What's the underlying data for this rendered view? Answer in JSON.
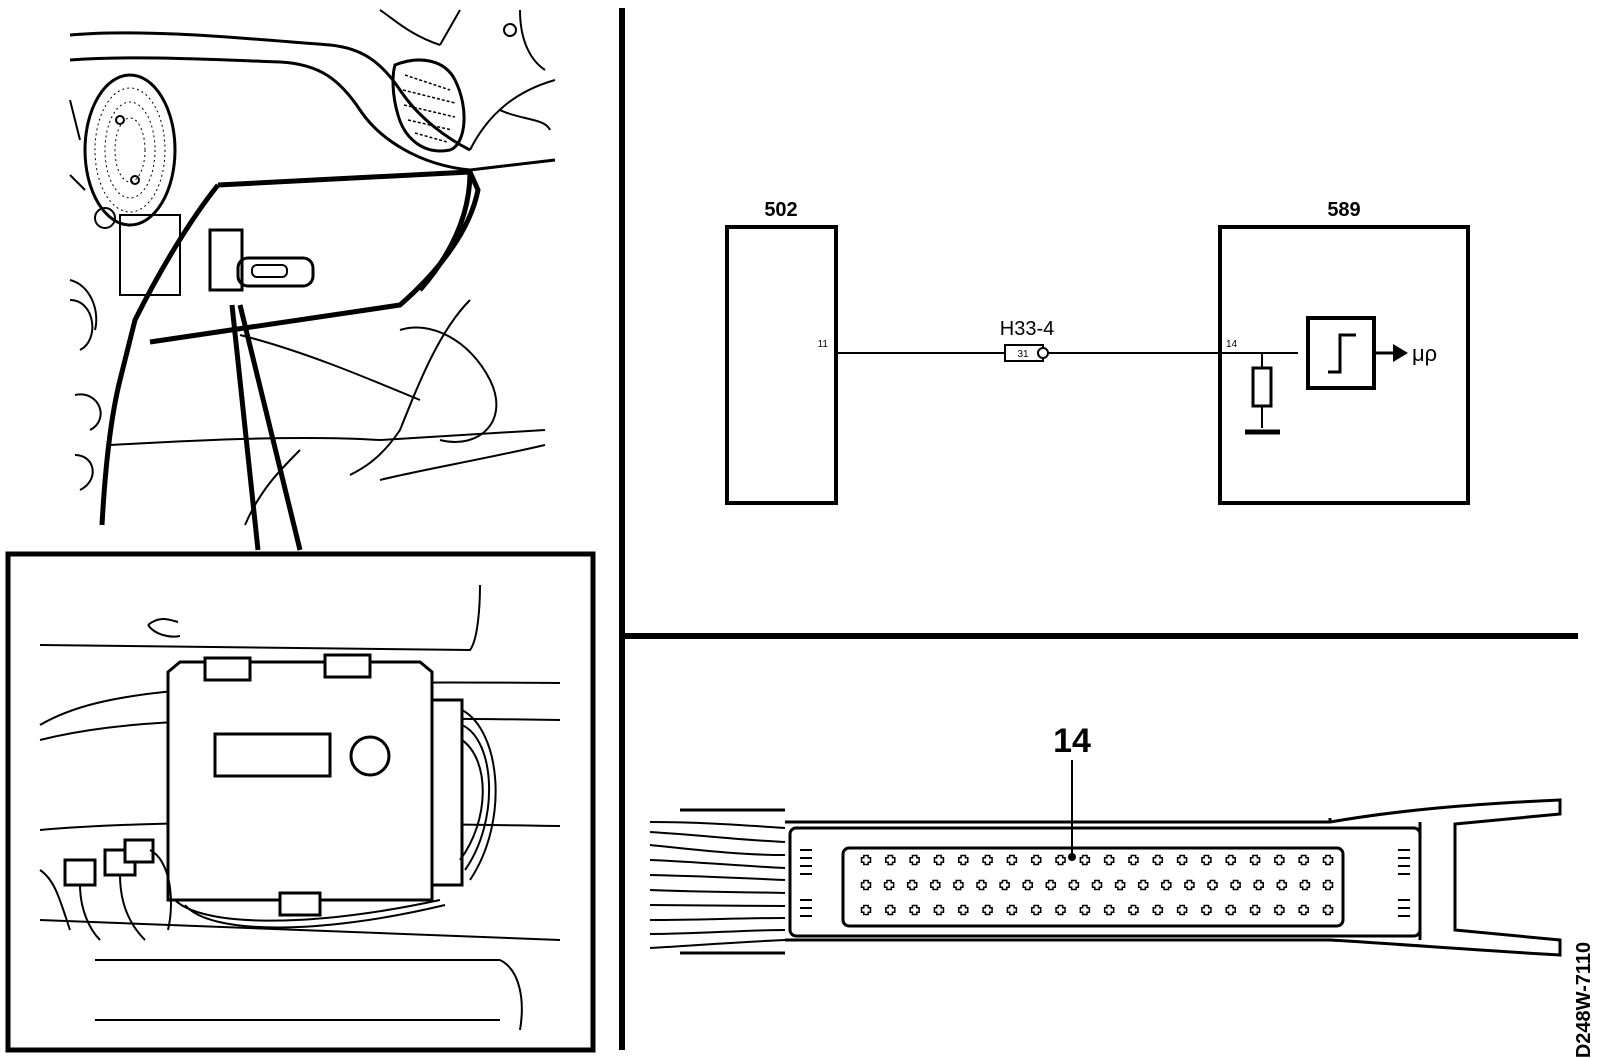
{
  "figure_id": "D248W-7110",
  "schematic": {
    "unit_left_label": "502",
    "unit_left_pin": "11",
    "unit_right_label": "589",
    "unit_right_pin": "14",
    "connector_label": "H33-4",
    "connector_pin": "31",
    "output_label": "μρ"
  },
  "connector_detail": {
    "pin_callout": "14",
    "pin_rows": [
      20,
      21,
      20
    ]
  },
  "colors": {
    "line": "#000000",
    "background": "#ffffff"
  }
}
